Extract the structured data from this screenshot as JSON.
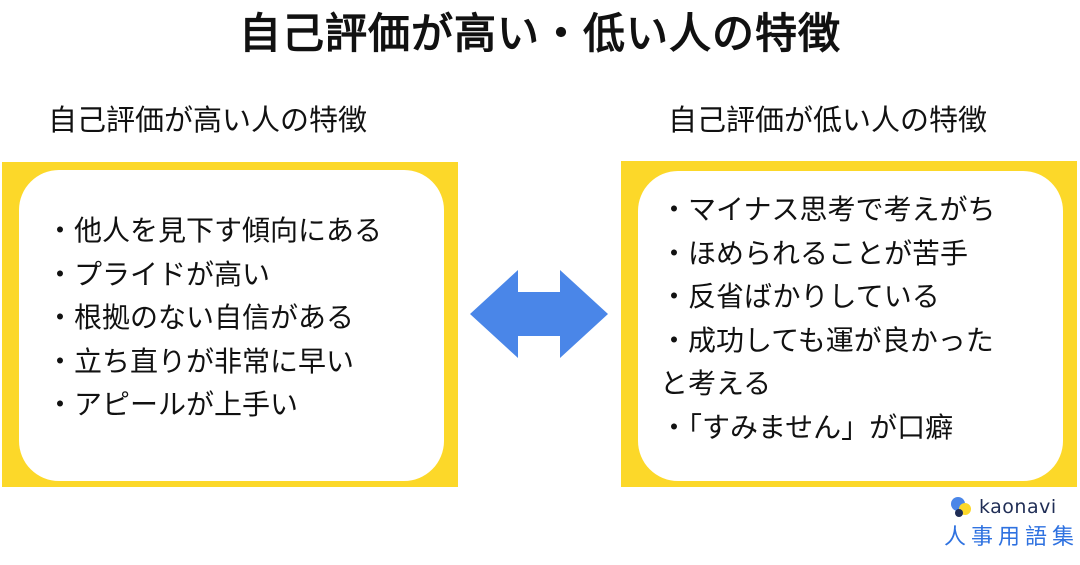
{
  "title": "自己評価が高い・低い人の特徴",
  "high": {
    "heading": "自己評価が高い人の特徴",
    "items": [
      "・他人を見下す傾向にある",
      "・プライドが高い",
      "・根拠のない自信がある",
      "・立ち直りが非常に早い",
      "・アピールが上手い"
    ]
  },
  "low": {
    "heading": "自己評価が低い人の特徴",
    "items": [
      "・マイナス思考で考えがち",
      "・ほめられることが苦手",
      "・反省ばかりしている",
      "・成功しても運が良かった",
      "と考える",
      "・「すみません」が口癖"
    ]
  },
  "logo": {
    "word": "kaonavi",
    "sub": "人事用語集"
  },
  "colors": {
    "panel": "#fcd829",
    "arrow": "#4a86e8",
    "logo_text": "#2f72e0"
  },
  "icons": {
    "arrow": "double-arrow-icon",
    "logo": "kaonavi-logo-icon"
  }
}
